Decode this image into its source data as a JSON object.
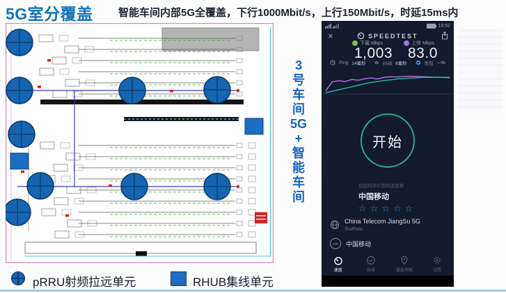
{
  "slide": {
    "title": "5G室分覆盖",
    "subtitle": "智能车间内部5G全覆盖，下行1000Mbit/s，上行150Mbit/s，时延15ms内",
    "side_label": "3号车间5G+智能车间",
    "legend": [
      {
        "symbol": "prru-circle",
        "label": "pRRU射频拉远单元"
      },
      {
        "symbol": "rhub-square",
        "label": "RHUB集线单元"
      }
    ]
  },
  "phone": {
    "status": {
      "time": "19:52"
    },
    "header": {
      "app_title": "SPEEDTEST",
      "close_glyph": "×"
    },
    "results": {
      "download_label": "下载 Mbps",
      "download_value": "1,003",
      "upload_label": "上传 Mbps",
      "upload_value": "83.0",
      "ping_label": "Ping",
      "ping_value": "14毫秒",
      "jitter_label": "抖动",
      "jitter_value": "8毫秒",
      "loss_label": "丢包",
      "loss_value": "—%"
    },
    "start_button": "开始",
    "rating": {
      "prompt": "您如何评价您的运营商",
      "carrier": "中国移动",
      "stars": 5,
      "star_glyph": "☆"
    },
    "connection": {
      "server_name": "China Telecom JiangSu 5G",
      "server_city": "Suzhou",
      "network_badge": "LTE",
      "carrier": "中国移动"
    },
    "nav": [
      {
        "label": "速度",
        "icon": "gauge-icon",
        "active": true
      },
      {
        "label": "结果",
        "icon": "results-icon",
        "active": false
      },
      {
        "label": "覆盖地图",
        "icon": "map-pin-icon",
        "active": false
      },
      {
        "label": "设置",
        "icon": "gear-icon",
        "active": false
      }
    ],
    "colors": {
      "download": "#76c043",
      "upload": "#a36de8",
      "ring": "#2aa79b",
      "star": "#3f87d6"
    }
  },
  "chart_data": {
    "type": "line",
    "title": "speedtest-live-graph",
    "xlabel": "",
    "ylabel": "",
    "axis_visible": false,
    "series": [
      {
        "name": "上传",
        "color": "#b06ae0",
        "values": [
          10,
          46,
          50,
          47,
          55,
          52,
          58,
          61,
          57,
          64,
          66,
          65,
          67,
          68,
          67,
          66,
          65,
          64,
          63,
          62
        ]
      },
      {
        "name": "下载",
        "color": "#20b2a3",
        "values": [
          3,
          8,
          14,
          20,
          26,
          32,
          38,
          43,
          47,
          51,
          54,
          57,
          59,
          61,
          62,
          63,
          63,
          64,
          64,
          64
        ]
      }
    ],
    "ylim": [
      0,
      100
    ]
  },
  "floorplan": {
    "border_color": "#d288b8",
    "cyan_color": "#45c8dc",
    "feeder_color": "#3b3bb0",
    "prru_fill": "#1565b0",
    "prru_stroke": "#0a3a6e",
    "prru_radius": 19,
    "prru_positions": [
      [
        20,
        28
      ],
      [
        20,
        97
      ],
      [
        23,
        160
      ],
      [
        182,
        97
      ],
      [
        304,
        96
      ],
      [
        50,
        234
      ],
      [
        185,
        235
      ],
      [
        304,
        235
      ],
      [
        17,
        272
      ]
    ],
    "rhub_fill": "#1b6ec2",
    "rhub_positions": [
      [
        7,
        187
      ],
      [
        344,
        137
      ]
    ],
    "rhub_size": [
      26,
      23
    ],
    "gray_block": [
      225,
      7,
      139,
      33
    ],
    "feeder_lines": [
      [
        20,
        97,
        334,
        97
      ],
      [
        17,
        235,
        334,
        235
      ],
      [
        99,
        97,
        99,
        235
      ]
    ],
    "feeder_dots": [
      [
        334,
        97
      ],
      [
        334,
        235
      ]
    ],
    "machine_rows": [
      22,
      38,
      54,
      70,
      86,
      102,
      176,
      192,
      208,
      224,
      240,
      256,
      272,
      288,
      304
    ],
    "black_band": [
      50,
      110,
      292,
      7
    ],
    "teal_band": [
      170,
      135,
      165,
      6
    ],
    "corridor": [
      28,
      315,
      332,
      16
    ],
    "small_black_box": [
      187,
      328,
      16,
      7
    ],
    "red_marks": [
      [
        60,
        52
      ],
      [
        46,
        90
      ],
      [
        236,
        96
      ],
      [
        22,
        212
      ],
      [
        148,
        232
      ],
      [
        86,
        275
      ]
    ],
    "red_striped_box": [
      358,
      272,
      18,
      16
    ]
  }
}
